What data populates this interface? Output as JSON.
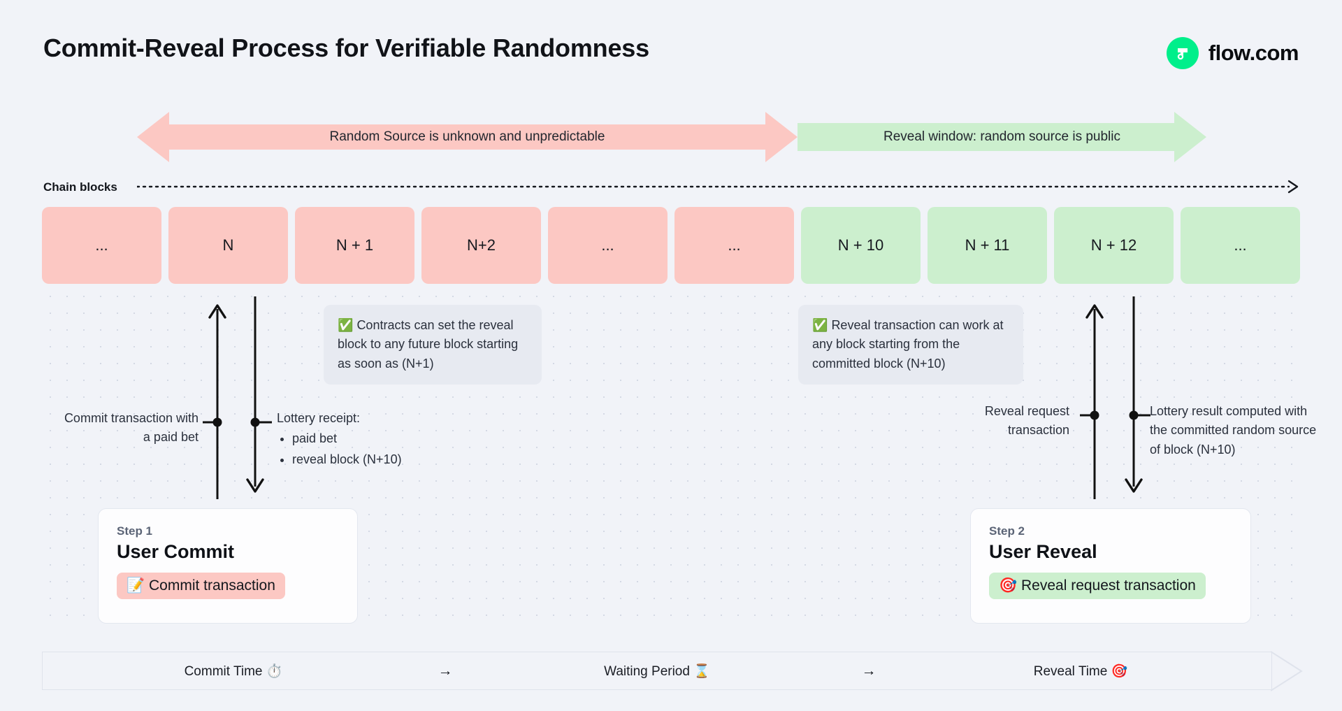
{
  "header": {
    "title": "Commit-Reveal Process for Verifiable Randomness",
    "brand_text": "flow.com",
    "brand_color": "#00ef8b"
  },
  "phases": [
    {
      "id": "unknown",
      "label": "Random Source is unknown and unpredictable",
      "color": "#fcc8c3",
      "direction": "double"
    },
    {
      "id": "reveal",
      "label": "Reveal window: random source is public",
      "color": "#ccefce",
      "direction": "right"
    }
  ],
  "chain": {
    "label": "Chain blocks",
    "blocks": [
      {
        "label": "...",
        "state": "pink"
      },
      {
        "label": "N",
        "state": "pink"
      },
      {
        "label": "N + 1",
        "state": "pink"
      },
      {
        "label": "N+2",
        "state": "pink"
      },
      {
        "label": "...",
        "state": "pink"
      },
      {
        "label": "...",
        "state": "pink"
      },
      {
        "label": "N + 10",
        "state": "green"
      },
      {
        "label": "N + 11",
        "state": "green"
      },
      {
        "label": "N + 12",
        "state": "green"
      },
      {
        "label": "...",
        "state": "green"
      }
    ]
  },
  "notes": {
    "commit": {
      "emoji": "✅",
      "text": "Contracts can set the reveal block to any future block starting as soon as (N+1)"
    },
    "reveal": {
      "emoji": "✅",
      "text": "Reveal transaction can work at any block starting from the committed block (N+10)"
    }
  },
  "annotations": {
    "commit_tx": "Commit transaction with a paid bet",
    "receipt_title": "Lottery receipt:",
    "receipt_items": [
      "paid bet",
      "reveal block (N+10)"
    ],
    "reveal_request": "Reveal request transaction",
    "lottery_result": "Lottery result computed with the committed random source of block (N+10)"
  },
  "steps": [
    {
      "kicker": "Step 1",
      "title": "User Commit",
      "pill_emoji": "📝",
      "pill_label": "Commit transaction",
      "pill_color": "#fcc8c3"
    },
    {
      "kicker": "Step 2",
      "title": "User Reveal",
      "pill_emoji": "🎯",
      "pill_label": "Reveal request transaction",
      "pill_color": "#ccefce"
    }
  ],
  "timeline": {
    "segments": [
      {
        "label": "Commit Time ⏱️"
      },
      {
        "label": "Waiting Period ⌛"
      },
      {
        "label": "Reveal Time 🎯"
      }
    ],
    "separator": "→"
  }
}
